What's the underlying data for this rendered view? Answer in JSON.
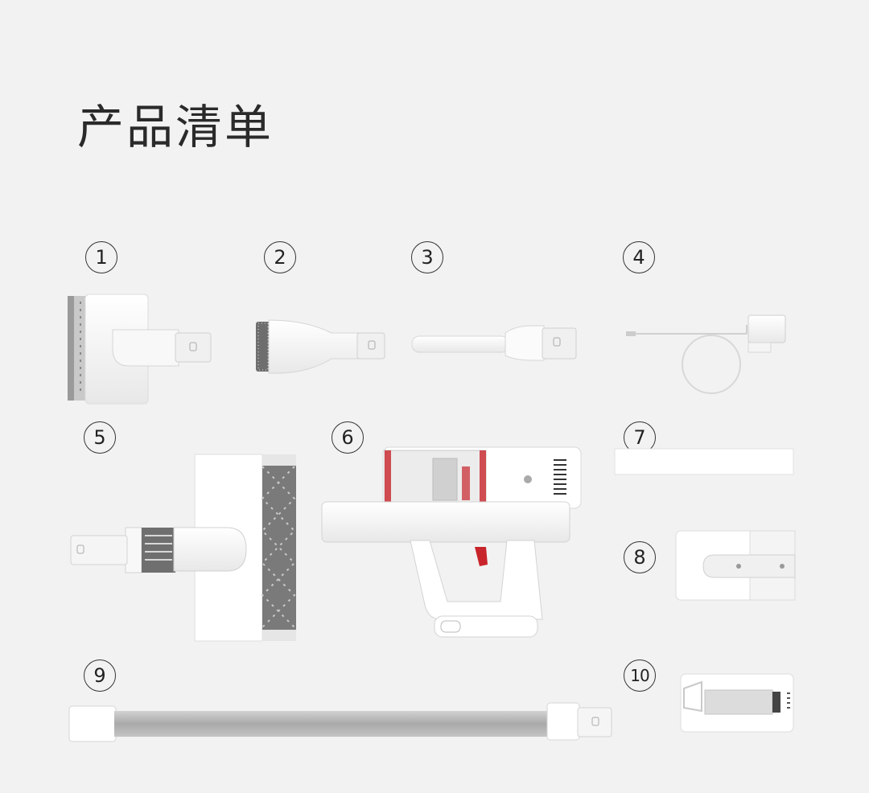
{
  "title": "产品清单",
  "items": [
    {
      "number": "1"
    },
    {
      "number": "2"
    },
    {
      "number": "3"
    },
    {
      "number": "4"
    },
    {
      "number": "5"
    },
    {
      "number": "6"
    },
    {
      "number": "7"
    },
    {
      "number": "8"
    },
    {
      "number": "9"
    },
    {
      "number": "10"
    }
  ],
  "colors": {
    "background": "#f2f2f2",
    "accent": "#c8242b",
    "plastic": "#ffffff",
    "grey_tube": "#b8b8b8"
  }
}
